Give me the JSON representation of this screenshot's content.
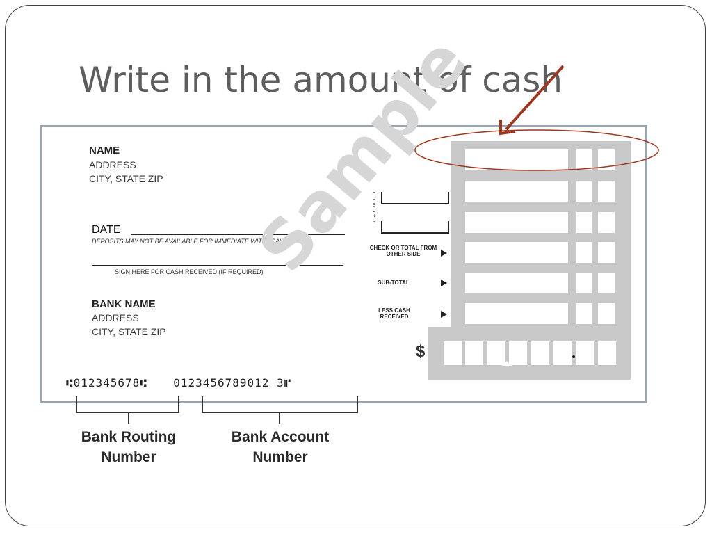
{
  "slide": {
    "title": "Write in the amount of cash"
  },
  "check": {
    "name": "NAME",
    "address": "ADDRESS",
    "city_state_zip": "CITY, STATE  ZIP",
    "date_label": "DATE",
    "deposit_notice": "DEPOSITS MAY NOT BE AVAILABLE FOR IMMEDIATE WITHDRAWAL",
    "sign_label": "SIGN HERE FOR CASH RECEIVED (IF REQUIRED)",
    "bank_name": "BANK NAME",
    "bank_address": "ADDRESS",
    "bank_city_state_zip": "CITY, STATE  ZIP",
    "watermark": "Sample",
    "checks_label": "CHECKS",
    "row_labels": [
      "CHECK OR TOTAL FROM OTHER SIDE",
      "SUB-TOTAL",
      "LESS CASH RECEIVED"
    ],
    "dollar_sign": "$",
    "micr_routing": "⑆012345678⑆",
    "micr_account": "0123456789012 3⑈"
  },
  "captions": {
    "routing": "Bank Routing\nNumber",
    "account": "Bank Account\nNumber"
  },
  "colors": {
    "arrow": "#a0361c",
    "highlight_ellipse": "#a0361c",
    "deposit_grid": "#c8c8c8"
  }
}
